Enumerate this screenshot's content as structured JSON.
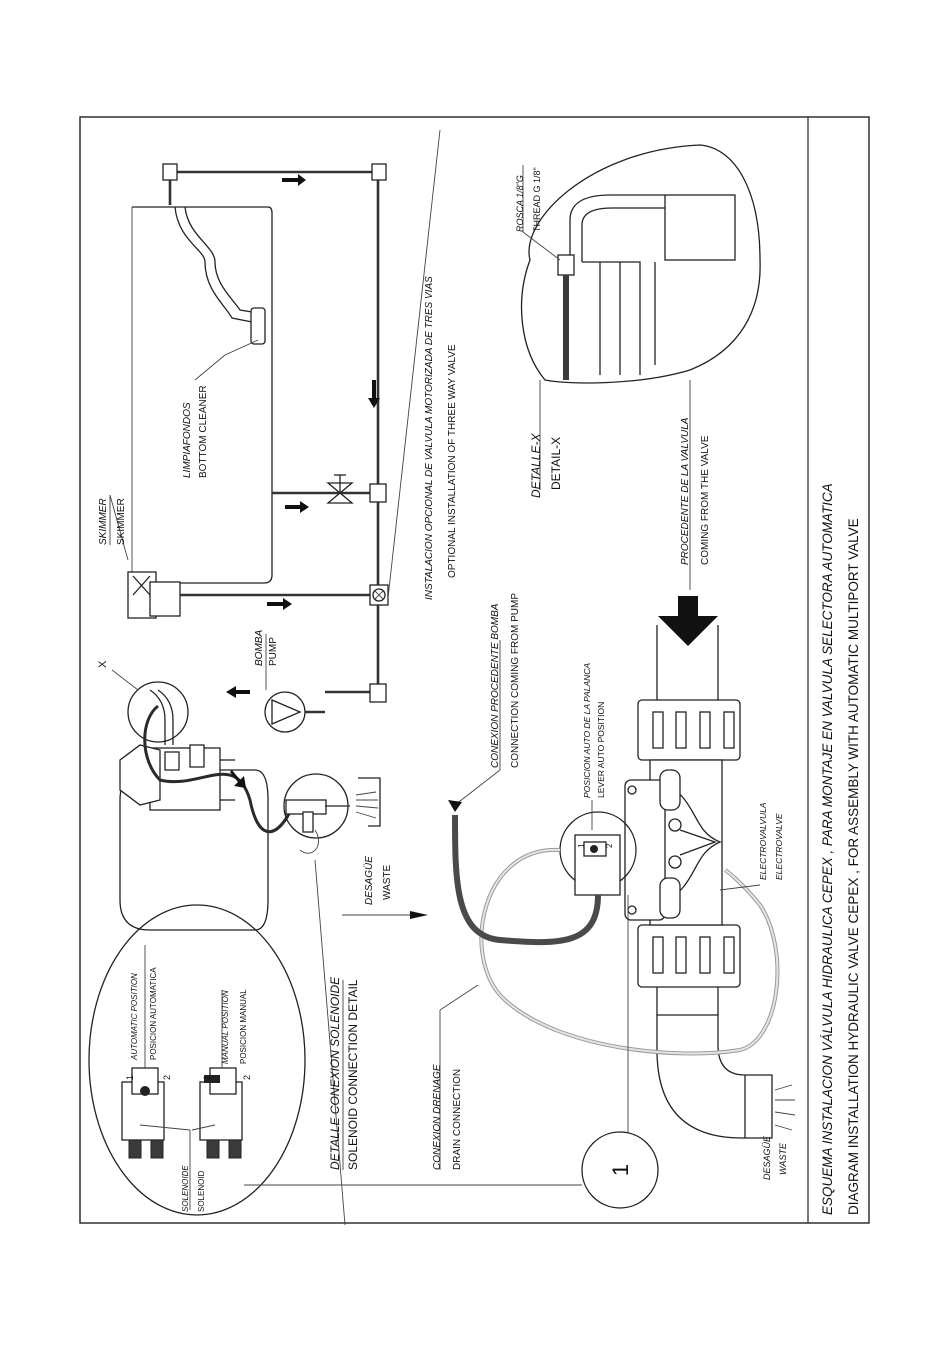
{
  "title": {
    "es": "ESQUEMA INSTALACION VÁLVULA HIDRAULICA CEPEX ,   PARA MONTAJE EN VALVULA SELECTORA AUTOMATICA",
    "en": "DIAGRAM INSTALLATION HYDRAULIC VALVE CEPEX ,    FOR ASSEMBLY WITH AUTOMATIC MULTIPORT VALVE"
  },
  "labels": {
    "skimmer_es": "SKIMMER",
    "skimmer_en": "SKIMMER",
    "cleaner_es": "LIMPIAFONDOS",
    "cleaner_en": "BOTTOM CLEANER",
    "optional_es": "INSTALACION OPCIONAL DE VALVULA MOTORIZADA DE TRES VIAS",
    "optional_en": "OPTIONAL INSTALLATION OF THREE WAY VALVE",
    "pump_es": "BOMBA",
    "pump_en": "PUMP",
    "x_marker": "X",
    "waste_es": "DESAGÜE",
    "waste_en": "WASTE",
    "solenoid_detail_es": "DETALLE CONEXION SOLENOIDE",
    "solenoid_detail_en": "SOLENOID CONNECTION DETAIL",
    "auto_pos_en": "AUTOMATIC POSITION",
    "auto_pos_es": "POSICION AUTOMATICA",
    "manual_pos_en": "MANUAL POSITION",
    "manual_pos_es": "POSICION MANUAL",
    "solenoid_es": "SOLENOIDE",
    "solenoid_en": "SOLENOID",
    "pos_num_1": "1",
    "pos_num_2": "2",
    "pump_conn_es": "CONEXION PROCEDENTE BOMBA",
    "pump_conn_en": "CONNECTION COMING FROM PUMP",
    "lever_es": "POSICION AUTO DE LA PALANCA",
    "lever_en": "LEVER AUTO POSITION",
    "electro_es": "ELECTROVALVULA",
    "electro_en": "ELECTROVALVE",
    "drain_es": "CONEXION DRENAGE",
    "drain_en": "DRAIN CONNECTION",
    "callout_1": "1",
    "waste2_es": "DESAGÜE",
    "waste2_en": "WASTE",
    "from_valve_es": "PROCEDENTE DE LA VALVULA",
    "from_valve_en": "COMING FROM THE VALVE",
    "detail_x_es": "DETALLE-X",
    "detail_x_en": "DETAIL-X",
    "thread_es": "ROSCA 1/8\"G",
    "thread_en": "THREAD G 1/8\""
  }
}
